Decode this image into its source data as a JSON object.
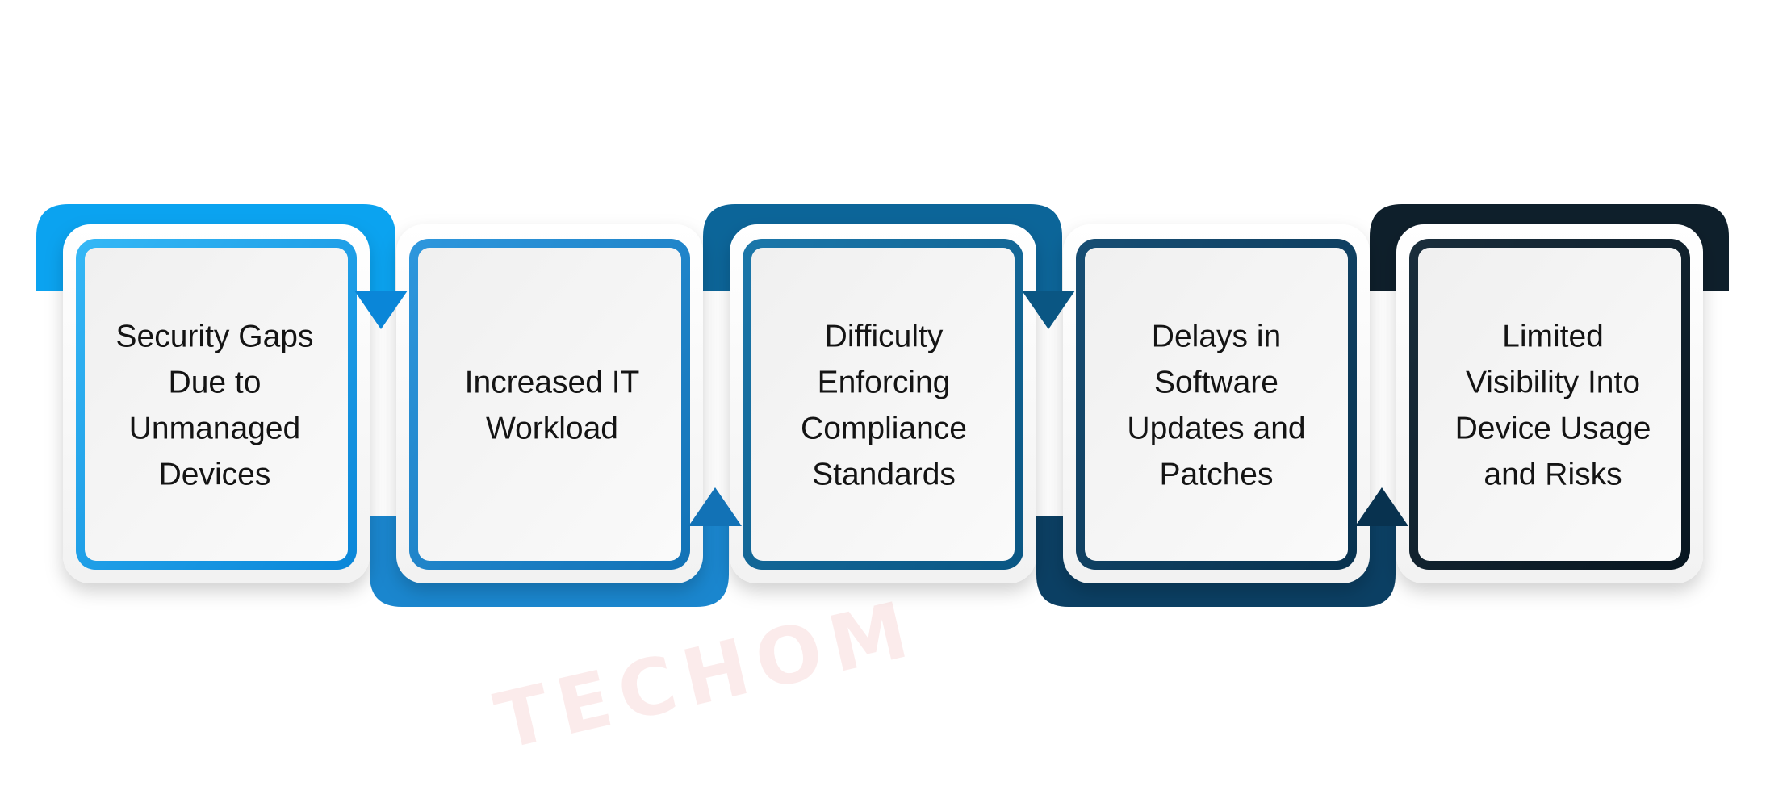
{
  "steps": [
    {
      "id": "security-gaps",
      "lines": [
        "Security Gaps",
        "Due to",
        "Unmanaged",
        "Devices"
      ],
      "color": "#0BA3F0",
      "color_light": "#35B8F6",
      "color_dark": "#0A86D8"
    },
    {
      "id": "increased-workload",
      "lines": [
        "Increased IT",
        "Workload"
      ],
      "color": "#1A86CE",
      "color_light": "#2E97DD",
      "color_dark": "#1272B6"
    },
    {
      "id": "difficulty-compliance",
      "lines": [
        "Difficulty",
        "Enforcing",
        "Compliance",
        "Standards"
      ],
      "color": "#0C6599",
      "color_light": "#1B77AA",
      "color_dark": "#0A5683"
    },
    {
      "id": "delays-updates",
      "lines": [
        "Delays in",
        "Software",
        "Updates and",
        "Patches"
      ],
      "color": "#0B3F63",
      "color_light": "#174E74",
      "color_dark": "#08324F"
    },
    {
      "id": "limited-visibility",
      "lines": [
        "Limited",
        "Visibility Into",
        "Device Usage",
        "and Risks"
      ],
      "color": "#0E1F2B",
      "color_light": "#1A2E3C",
      "color_dark": "#081620"
    }
  ],
  "watermark": {
    "text": "TECHOM",
    "color": "#F3B9B9"
  }
}
